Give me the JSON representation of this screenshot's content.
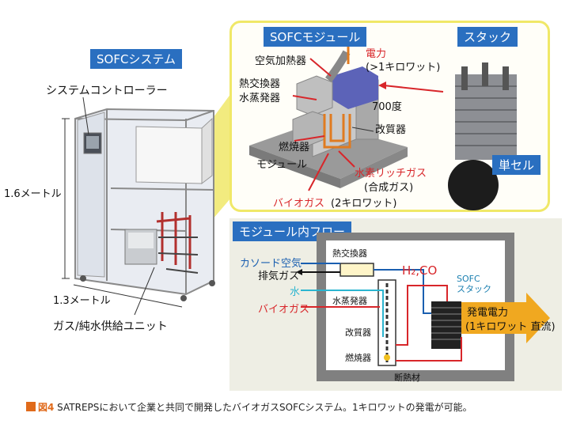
{
  "system": {
    "title": "SOFCシステム",
    "controller_label": "システムコントローラー",
    "height_label": "1.6メートル",
    "width_label": "1.3メートル",
    "supply_unit_label": "ガス/純水供給ユニット"
  },
  "module_panel": {
    "title": "SOFCモジュール",
    "air_heater": "空気加熱器",
    "heat_exchanger": "熱交換器",
    "steam_generator": "水蒸発器",
    "combustor": "燃焼器",
    "module": "モジュール",
    "power": "電力",
    "power_value": "(>1キロワット)",
    "temperature": "700度",
    "reformer": "改質器",
    "h2_rich_gas": "水素リッチガス",
    "syngas": "(合成ガス)",
    "biogas": "バイオガス",
    "biogas_value": "(2キロワット)",
    "stack_title": "スタック",
    "cell_label": "単セル"
  },
  "flow_panel": {
    "title": "モジュール内フロー",
    "heat_exchanger": "熱交換器",
    "cathode_air": "カソード空気",
    "exhaust": "排気ガス",
    "water": "水",
    "steam_generator": "水蒸発器",
    "biogas": "バイオガス",
    "reformer": "改質器",
    "combustor": "燃焼器",
    "h2co": "H₂,CO",
    "sofc_stack": "SOFC\nスタック",
    "output_title": "発電電力",
    "output_value": "(1キロワット 直流)",
    "insulation": "断熱材"
  },
  "caption": {
    "figure": "図4",
    "text": " SATREPSにおいて企業と共同で開発したバイオガスSOFCシステム。1キロワットの発電が可能。"
  },
  "colors": {
    "label_blue": "#2a6fc0",
    "frame_yellow": "#f0e868",
    "red_arrow": "#d8262a",
    "blue_arrow": "#1a5fb0",
    "cyan_arrow": "#2bb5d0",
    "orange": "#e07b20",
    "output_arrow": "#f0a820"
  }
}
